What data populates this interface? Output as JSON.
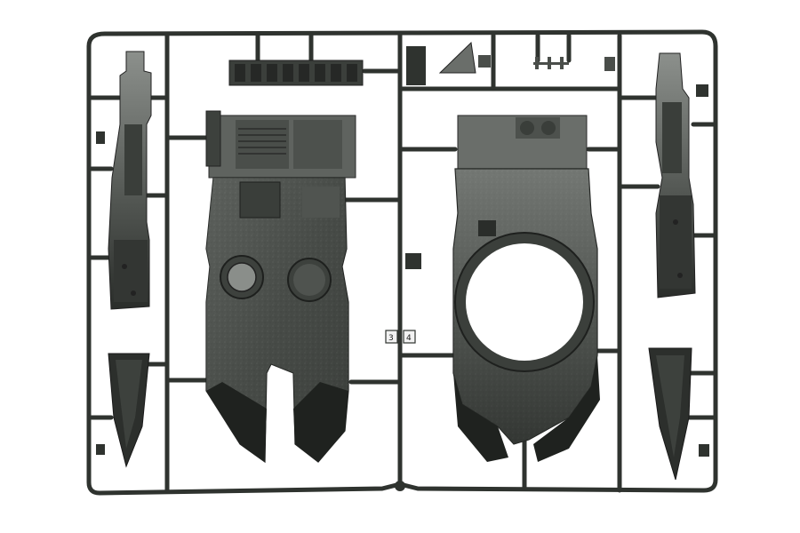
{
  "photo": {
    "subject": "model-kit-sprue",
    "colors": {
      "background": "#ffffff",
      "runner": "#2f332f",
      "plastic_dark": "#3e423e",
      "plastic_mid": "#5a5e5a",
      "plastic_light": "#8a8e8a",
      "panel_shadow": "#1e201e"
    }
  },
  "part_numbers": {
    "left_3": "3",
    "right_4": "4"
  }
}
